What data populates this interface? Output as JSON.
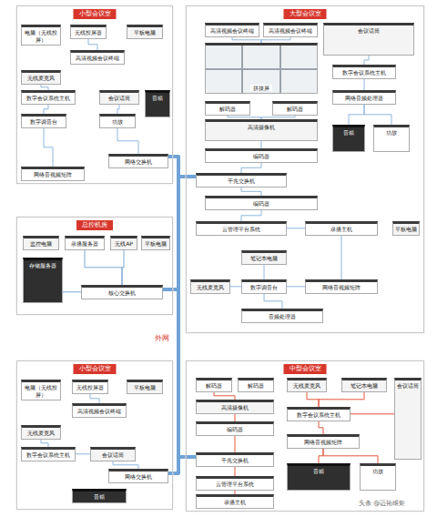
{
  "diagram": {
    "nodes": [
      {
        "text": [
          "小型会议室"
        ]
      },
      {
        "text": [
          "电脑（无线投屏）"
        ],
        "in": 0
      },
      {
        "text": [
          "无线投屏器"
        ],
        "in": 0
      },
      {
        "text": [
          "平板电脑"
        ],
        "in": 0
      },
      {
        "text": [
          "高清视频会议终端"
        ],
        "in": 0
      },
      {
        "text": [
          "无线麦克风"
        ],
        "in": 0
      },
      {
        "text": [
          "数字会议系统主机"
        ],
        "in": 0
      },
      {
        "text": [
          "会议话筒"
        ],
        "in": 0
      },
      {
        "text": [
          "数字调音台"
        ],
        "in": 0
      },
      {
        "text": [
          "功放"
        ],
        "in": 0
      },
      {
        "text": [
          "音箱"
        ],
        "in": 0
      },
      {
        "text": [
          "网络交换机"
        ],
        "in": 0
      },
      {
        "text": [
          "网络音视频矩阵"
        ],
        "in": 0
      },
      {
        "text": [
          "大型会议室"
        ]
      },
      {
        "text": [
          "高清视频会议终端"
        ],
        "in": 13
      },
      {
        "text": [
          "高清视频会议终端"
        ],
        "in": 13
      },
      {
        "text": [
          "拼接屏"
        ],
        "in": 13
      },
      {
        "text": [
          "会议话筒"
        ],
        "in": 13
      },
      {
        "text": [
          "数字会议系统主机"
        ],
        "in": 13
      },
      {
        "text": [
          "解码器"
        ],
        "in": 13
      },
      {
        "text": [
          "解码器"
        ],
        "in": 13
      },
      {
        "text": [
          "网络音频处理器"
        ],
        "in": 13
      },
      {
        "text": [
          "高清摄像机"
        ],
        "in": 13
      },
      {
        "text": [
          "编码器"
        ],
        "in": 13
      },
      {
        "text": [
          "音箱"
        ],
        "in": 13
      },
      {
        "text": [
          "千兆交换机"
        ],
        "in": 13
      },
      {
        "text": [
          "功放"
        ],
        "in": 13
      },
      {
        "text": [
          "编码器"
        ],
        "in": 13
      },
      {
        "text": [
          "云管理平台系统"
        ],
        "in": 13
      },
      {
        "text": [
          "录播主机"
        ],
        "in": 13
      },
      {
        "text": [
          "平板电脑"
        ],
        "in": 13
      },
      {
        "text": [
          "笔记本电脑"
        ],
        "in": 13
      },
      {
        "text": [
          "无线麦克风"
        ],
        "in": 13
      },
      {
        "text": [
          "数字调音台"
        ],
        "in": 13
      },
      {
        "text": [
          "网络音视频矩阵"
        ],
        "in": 13
      },
      {
        "text": [
          "音频处理器"
        ],
        "in": 13
      },
      {
        "text": [
          "总控机房"
        ]
      },
      {
        "text": [
          "监控电脑"
        ],
        "in": 36
      },
      {
        "text": [
          "录播服务器"
        ],
        "in": 36
      },
      {
        "text": [
          "无线AP"
        ],
        "in": 36
      },
      {
        "text": [
          "平板电脑"
        ],
        "in": 36
      },
      {
        "text": [
          "存储服务器"
        ],
        "in": 36
      },
      {
        "text": [
          "核心交换机"
        ],
        "in": 36
      },
      {
        "text": [
          "小型会议室"
        ]
      },
      {
        "text": [
          "电脑（无线投屏）"
        ],
        "in": 43
      },
      {
        "text": [
          "无线投屏器"
        ],
        "in": 43
      },
      {
        "text": [
          "平板电脑"
        ],
        "in": 43
      },
      {
        "text": [
          "高清视频会议终端"
        ],
        "in": 43
      },
      {
        "text": [
          "无线麦克风"
        ],
        "in": 43
      },
      {
        "text": [
          "数字会议系统主机"
        ],
        "in": 43
      },
      {
        "text": [
          "会议话筒"
        ],
        "in": 43
      },
      {
        "text": [
          "网络交换机"
        ],
        "in": 43
      },
      {
        "text": [
          "音箱"
        ],
        "in": 43
      },
      {
        "text": [
          "中型会议室"
        ]
      },
      {
        "text": [
          "解码器"
        ],
        "in": 53
      },
      {
        "text": [
          "解码器"
        ],
        "in": 53
      },
      {
        "text": [
          "高清摄像机"
        ],
        "in": 53
      },
      {
        "text": [
          "无线麦克风"
        ],
        "in": 53
      },
      {
        "text": [
          "笔记本电脑"
        ],
        "in": 53
      },
      {
        "text": [
          "会议话筒"
        ],
        "in": 53
      },
      {
        "text": [
          "编码器"
        ],
        "in": 53
      },
      {
        "text": [
          "千兆交换机"
        ],
        "in": 53
      },
      {
        "text": [
          "数字会议系统主机"
        ],
        "in": 53
      },
      {
        "text": [
          "云管理平台系统"
        ],
        "in": 53
      },
      {
        "text": [
          "网络音视频矩阵"
        ],
        "in": 53
      },
      {
        "text": [
          "录播主机"
        ],
        "in": 53
      },
      {
        "text": [
          "音箱"
        ],
        "in": 53
      },
      {
        "text": [
          "功放"
        ],
        "in": 53
      }
    ],
    "edges": [
      {
        "from": 2,
        "to": 4,
        "arrow": "none"
      },
      {
        "from": 5,
        "to": 6,
        "arrow": "none"
      },
      {
        "from": 6,
        "to": 8,
        "arrow": "none"
      },
      {
        "from": 7,
        "to": 9,
        "arrow": "none"
      },
      {
        "from": 9,
        "to": 11,
        "arrow": "none"
      },
      {
        "from": 8,
        "to": 12,
        "arrow": "none"
      },
      {
        "from": 14,
        "to": 16,
        "arrow": "none"
      },
      {
        "from": 15,
        "to": 16,
        "arrow": "none"
      },
      {
        "from": 19,
        "to": 22,
        "arrow": "none"
      },
      {
        "from": 20,
        "to": 22,
        "arrow": "none"
      },
      {
        "from": 22,
        "to": 23,
        "arrow": "none"
      },
      {
        "from": 23,
        "to": 25,
        "arrow": "none"
      },
      {
        "from": 25,
        "to": 27,
        "arrow": "none"
      },
      {
        "from": 27,
        "to": 28,
        "arrow": "none"
      },
      {
        "from": 17,
        "to": 18,
        "arrow": "none"
      },
      {
        "from": 18,
        "to": 21,
        "arrow": "none"
      },
      {
        "from": 21,
        "to": 24,
        "arrow": "none"
      },
      {
        "from": 21,
        "to": 26,
        "arrow": "none"
      },
      {
        "from": 28,
        "to": 29,
        "arrow": "none"
      },
      {
        "from": 29,
        "to": 34,
        "arrow": "none"
      },
      {
        "from": 31,
        "to": 33,
        "arrow": "none"
      },
      {
        "from": 32,
        "to": 33,
        "arrow": "none"
      },
      {
        "from": 33,
        "to": 34,
        "arrow": "none"
      },
      {
        "from": 33,
        "to": 35,
        "arrow": "none"
      },
      {
        "from": 38,
        "to": 42,
        "arrow": "none"
      },
      {
        "from": 39,
        "to": 42,
        "arrow": "none"
      },
      {
        "from": 41,
        "to": 42,
        "arrow": "none"
      },
      {
        "from": 42,
        "to": 11,
        "arrow": "none"
      },
      {
        "from": 42,
        "to": 25,
        "arrow": "none"
      },
      {
        "from": 42,
        "to": 51,
        "arrow": "none"
      },
      {
        "from": 42,
        "to": 61,
        "arrow": "none"
      },
      {
        "from": 45,
        "to": 47,
        "arrow": "none"
      },
      {
        "from": 48,
        "to": 49,
        "arrow": "none"
      },
      {
        "from": 49,
        "to": 50,
        "arrow": "none"
      },
      {
        "from": 50,
        "to": 51,
        "arrow": "none"
      },
      {
        "from": 54,
        "to": 56,
        "arrow": "none"
      },
      {
        "from": 56,
        "to": 60,
        "arrow": "none"
      },
      {
        "from": 60,
        "to": 61,
        "arrow": "none"
      },
      {
        "from": 61,
        "to": 63,
        "arrow": "none"
      },
      {
        "from": 63,
        "to": 65,
        "arrow": "none"
      },
      {
        "from": 57,
        "to": 62,
        "arrow": "none"
      },
      {
        "from": 58,
        "to": 62,
        "arrow": "none"
      },
      {
        "from": 59,
        "to": 62,
        "arrow": "none"
      },
      {
        "from": 62,
        "to": 64,
        "arrow": "none"
      },
      {
        "from": 64,
        "to": 66,
        "arrow": "none"
      },
      {
        "from": 64,
        "to": 67,
        "arrow": "none"
      }
    ],
    "labels": [
      "外网",
      "头条 @迈拓维矩"
    ]
  }
}
